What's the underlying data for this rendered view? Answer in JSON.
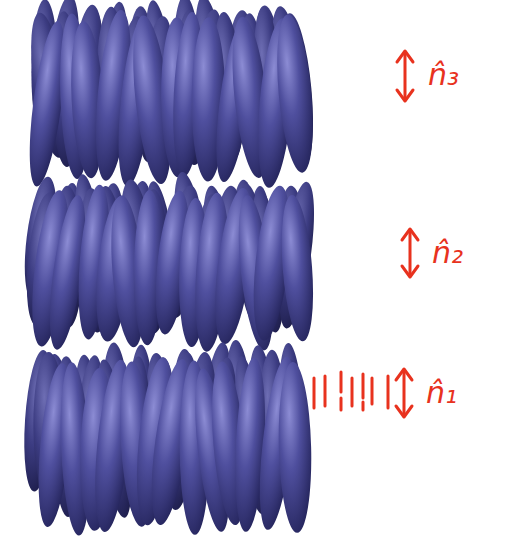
{
  "diagram": {
    "labels": [
      "n̂₃",
      "n̂₂",
      "n̂₁"
    ]
  }
}
